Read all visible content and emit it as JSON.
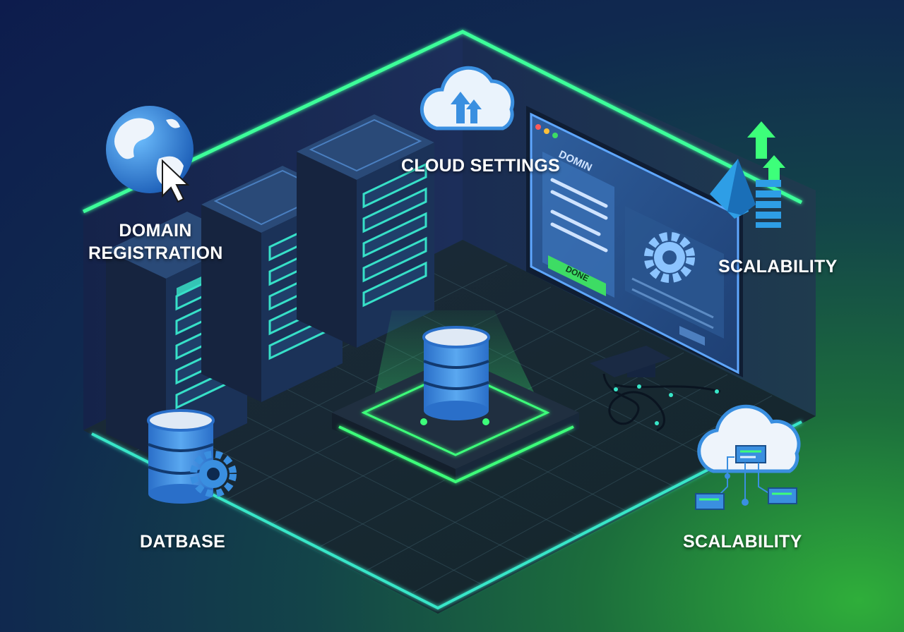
{
  "labels": {
    "domain_line1": "DOMAIN",
    "domain_line2": "REGISTRATION",
    "cloud_settings": "CLOUD SETTINGS",
    "scalability_top": "SCALABILITY",
    "database": "DATBASE",
    "scalability_bottom": "SCALABILITY"
  },
  "monitor": {
    "heading": "DOMIN",
    "done_button": "DONE"
  },
  "icons": {
    "globe": "globe-icon",
    "cursor": "cursor-icon",
    "cloud_upload": "cloud-upload-icon",
    "scale_arrows": "scale-up-arrows-icon",
    "database_gear": "database-gear-icon",
    "cloud_network": "cloud-network-icon",
    "gear": "gear-icon"
  },
  "colors": {
    "neon_green": "#3dff7a",
    "neon_cyan": "#38e6c8",
    "accent_blue": "#3a8fe0",
    "done_green": "#3ddc64"
  }
}
